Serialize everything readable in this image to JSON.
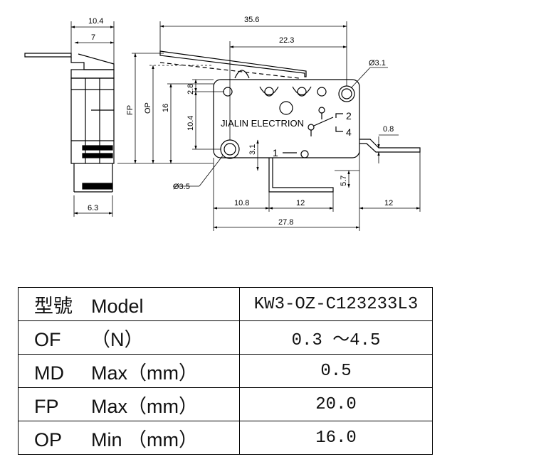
{
  "drawing": {
    "dims": {
      "d10_4_top": "10.4",
      "d7": "7",
      "d35_6": "35.6",
      "d22_3": "22.3",
      "dia3_1": "Ø3.1",
      "fp": "FP",
      "op": "OP",
      "d16": "16",
      "d2_8": "2.8",
      "d10_4_mid": "10.4",
      "d3_1": "3.1",
      "d0_8": "0.8",
      "d5_7": "5.7",
      "dia3_5": "Ø3.5",
      "d6_3": "6.3",
      "d10_8": "10.8",
      "d12_mid": "12",
      "d12_right": "12",
      "d27_8": "27.8"
    },
    "brand": "JIALIN ELECTRION",
    "terminals": {
      "t2": "2",
      "t4": "4",
      "t1": "1"
    }
  },
  "table": {
    "rows": [
      {
        "k1": "型號",
        "k2": "Model",
        "value": "KW3-OZ-C123233L3"
      },
      {
        "k1": "OF",
        "k2": "（N）",
        "value": "0.3 ～4.5"
      },
      {
        "k1": "MD",
        "k2": "Max（mm）",
        "value": "0.5"
      },
      {
        "k1": "FP",
        "k2": "Max（mm）",
        "value": "20.0"
      },
      {
        "k1": "OP",
        "k2": "Min （mm）",
        "value": "16.0"
      }
    ]
  }
}
